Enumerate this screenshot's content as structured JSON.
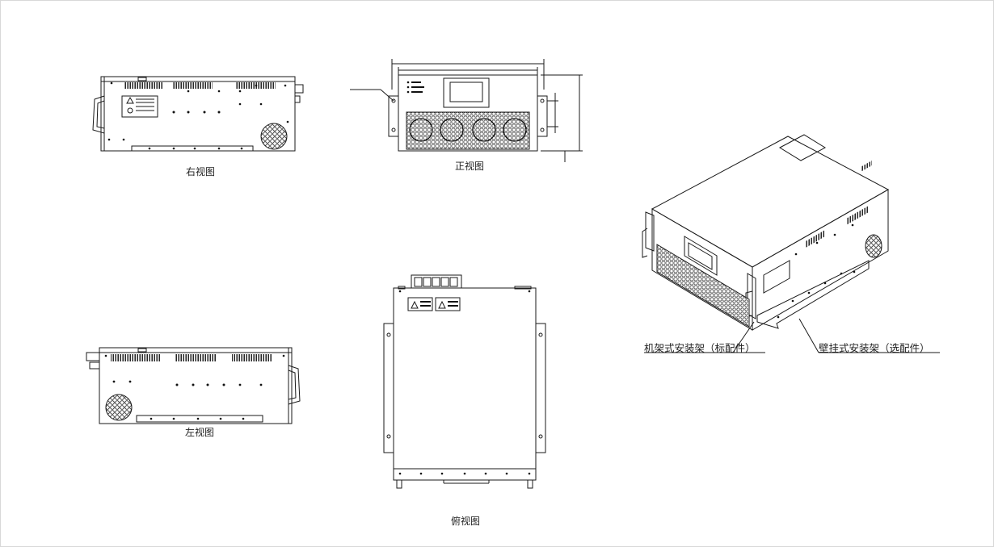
{
  "views": {
    "right_view": "右视图",
    "front_view": "正视图",
    "left_view": "左视图",
    "top_view": "俯视图"
  },
  "callouts": {
    "rack_mount": "机架式安装架（标配件）",
    "wall_mount": "壁挂式安装架（选配件）"
  },
  "colors": {
    "line": "#1a1a1a",
    "background": "#ffffff",
    "border": "#d8d8d8"
  }
}
